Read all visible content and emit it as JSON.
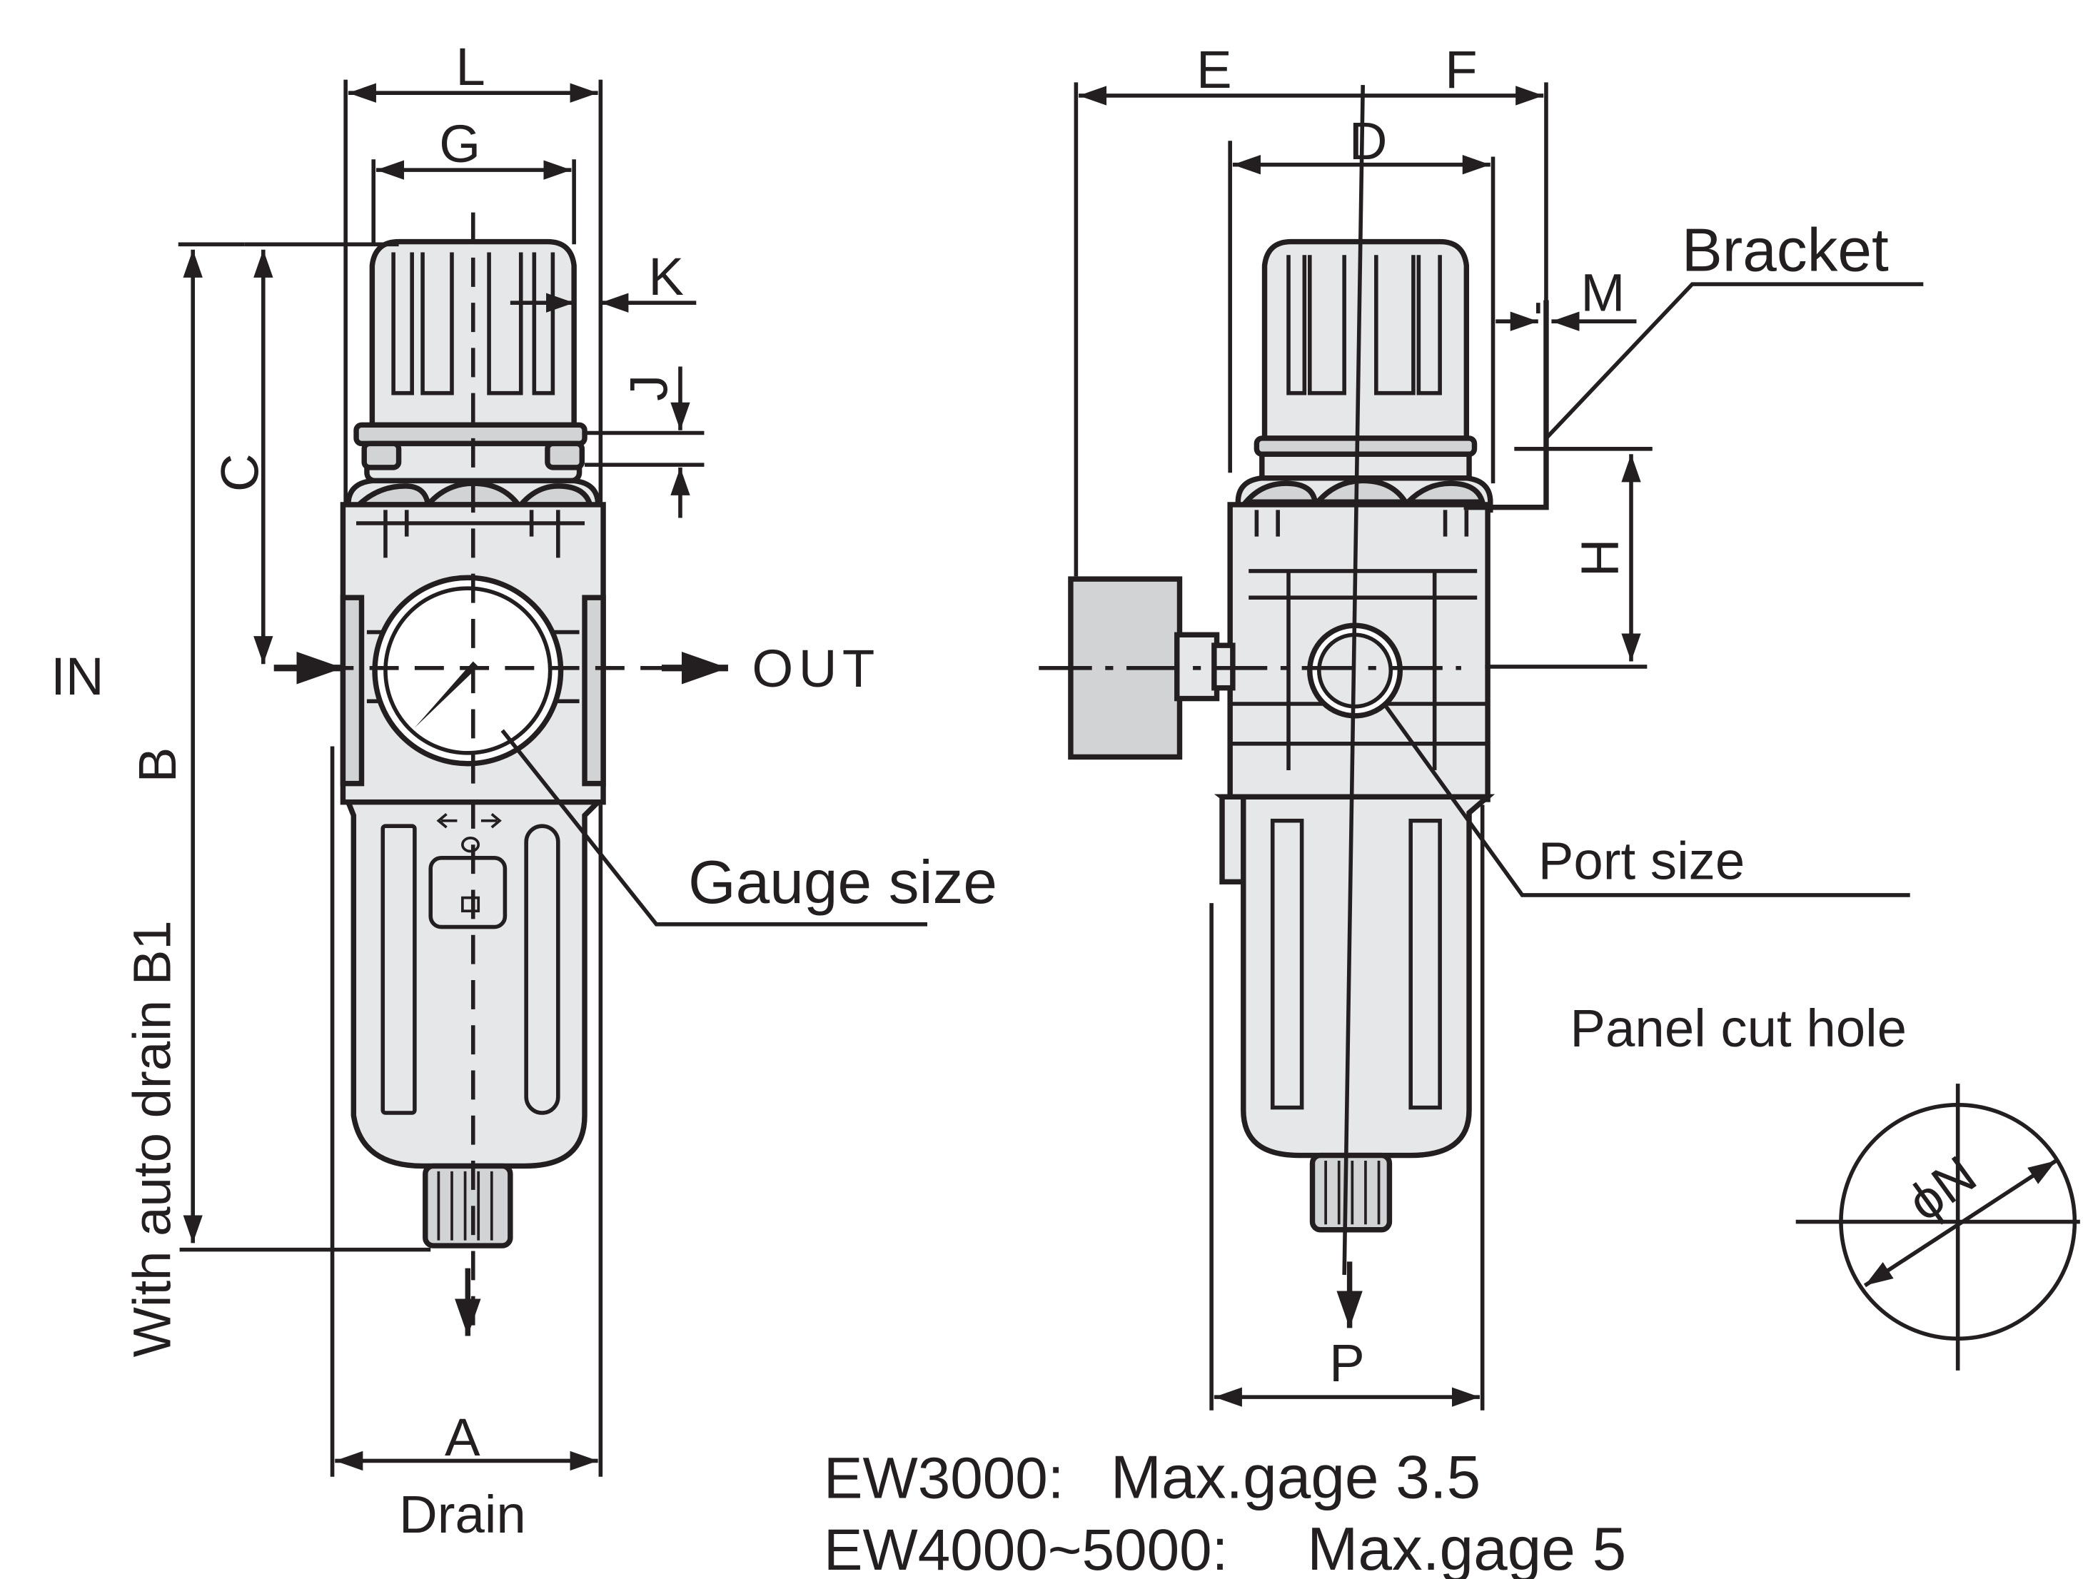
{
  "diagram": {
    "colors": {
      "line": "#231f20",
      "body_fill": "#e6e7e8",
      "body_dark": "#d1d3d4",
      "background": "#ffffff"
    },
    "labels": {
      "L": "L",
      "G": "G",
      "K": "K",
      "J": "J",
      "C": "C",
      "IN": "IN",
      "OUT": "OUT",
      "B": "B",
      "B1": "With auto drain B1",
      "gauge_size": "Gauge size",
      "A": "A",
      "drain": "Drain",
      "E": "E",
      "F": "F",
      "D": "D",
      "M": "M",
      "bracket": "Bracket",
      "H": "H",
      "port_size": "Port size",
      "P": "P",
      "panel_cut_hole": "Panel cut hole",
      "phiN": "ϕN"
    },
    "notes": [
      {
        "model": "EW3000:",
        "text": "Max.gage 3.5"
      },
      {
        "model": "EW4000~5000:",
        "text": "Max.gage 5"
      }
    ]
  }
}
